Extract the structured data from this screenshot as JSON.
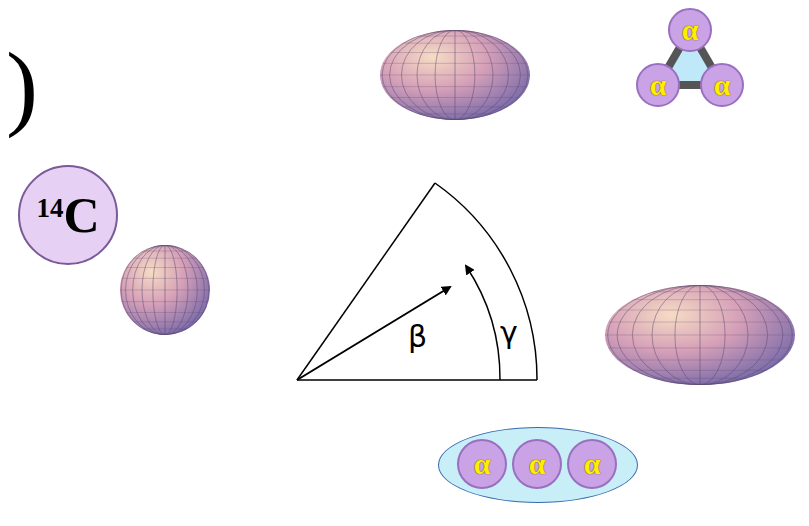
{
  "diagram": {
    "nodes": [
      {
        "text": [
          "α"
        ]
      },
      {
        "text": [
          "α"
        ]
      },
      {
        "text": [
          "α"
        ]
      },
      {
        "text": [
          "14",
          "C"
        ]
      },
      {
        "text": []
      },
      {
        "text": [
          "α"
        ],
        "in": 4
      },
      {
        "text": [
          "α"
        ],
        "in": 4
      },
      {
        "text": [
          "α"
        ],
        "in": 4
      }
    ],
    "edges": [
      {
        "from": 0,
        "to": 1,
        "arrow": "none"
      },
      {
        "from": 1,
        "to": 2,
        "arrow": "none"
      },
      {
        "from": 2,
        "to": 0,
        "arrow": "none"
      }
    ],
    "labels": [
      ")",
      "β",
      "γ"
    ]
  }
}
